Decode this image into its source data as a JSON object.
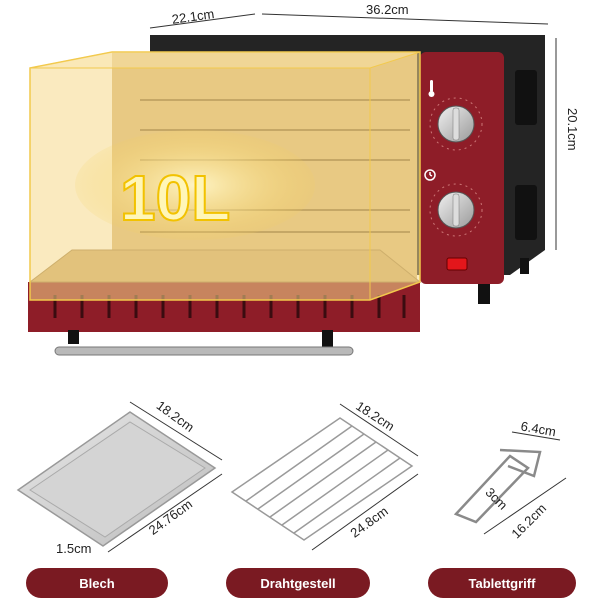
{
  "capacity_label": "10L",
  "oven_dimensions": {
    "depth": "22.1cm",
    "width": "36.2cm",
    "height": "20.1cm"
  },
  "accessories": [
    {
      "name": "Blech",
      "dimensions": [
        "18.2cm",
        "24.76cm",
        "1.5cm"
      ]
    },
    {
      "name": "Drahtgestell",
      "dimensions": [
        "18.2cm",
        "24.8cm"
      ]
    },
    {
      "name": "Tablettgriff",
      "dimensions": [
        "6.4cm",
        "3cm",
        "16.2cm"
      ]
    }
  ],
  "colors": {
    "oven_body": "#8e1d28",
    "oven_dark": "#2a2a2a",
    "capacity_box": "#f6d98a",
    "pill": "#7a1a22"
  },
  "icons": [
    "thermometer-icon",
    "clock-icon"
  ]
}
